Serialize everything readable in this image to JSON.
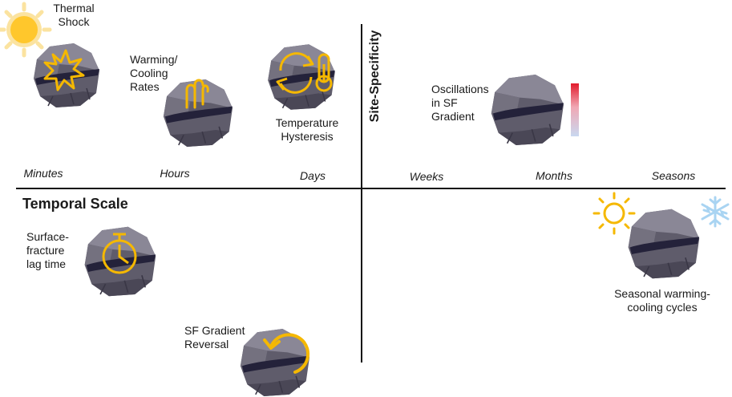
{
  "axes": {
    "temporal_title": "Temporal Scale",
    "spatial_title": "Site-Specificity",
    "ticks": [
      "Minutes",
      "Hours",
      "Days",
      "Weeks",
      "Months",
      "Seasons"
    ]
  },
  "processes": [
    {
      "label": "Thermal Shock",
      "icon": "burst-icon"
    },
    {
      "label": "Warming/ Cooling Rates",
      "icon": "heat-waves-icon"
    },
    {
      "label": "Temperature Hysteresis",
      "icon": "thermometer-cycle-icon"
    },
    {
      "label": "Oscillations in SF Gradient",
      "icon": "gradient-bar-icon"
    },
    {
      "label": "Surface-fracture lag time",
      "icon": "stopwatch-icon"
    },
    {
      "label": "SF Gradient Reversal",
      "icon": "reverse-arrow-icon"
    },
    {
      "label": "Seasonal warming-cooling cycles",
      "icon": "sun-snowflake-icon"
    }
  ],
  "colors": {
    "rock": "#5f5c6b",
    "rock_light": "#8a8796",
    "rock_dark": "#3f3c4a",
    "crack": "#24223a",
    "icon_yellow": "#f5b800",
    "sun_fill": "#ffc72c",
    "sun_glow": "#fbe3a0",
    "snow": "#a9d4f2",
    "gradient_top": "#e21b2c",
    "gradient_bottom": "#c9d8f0"
  }
}
